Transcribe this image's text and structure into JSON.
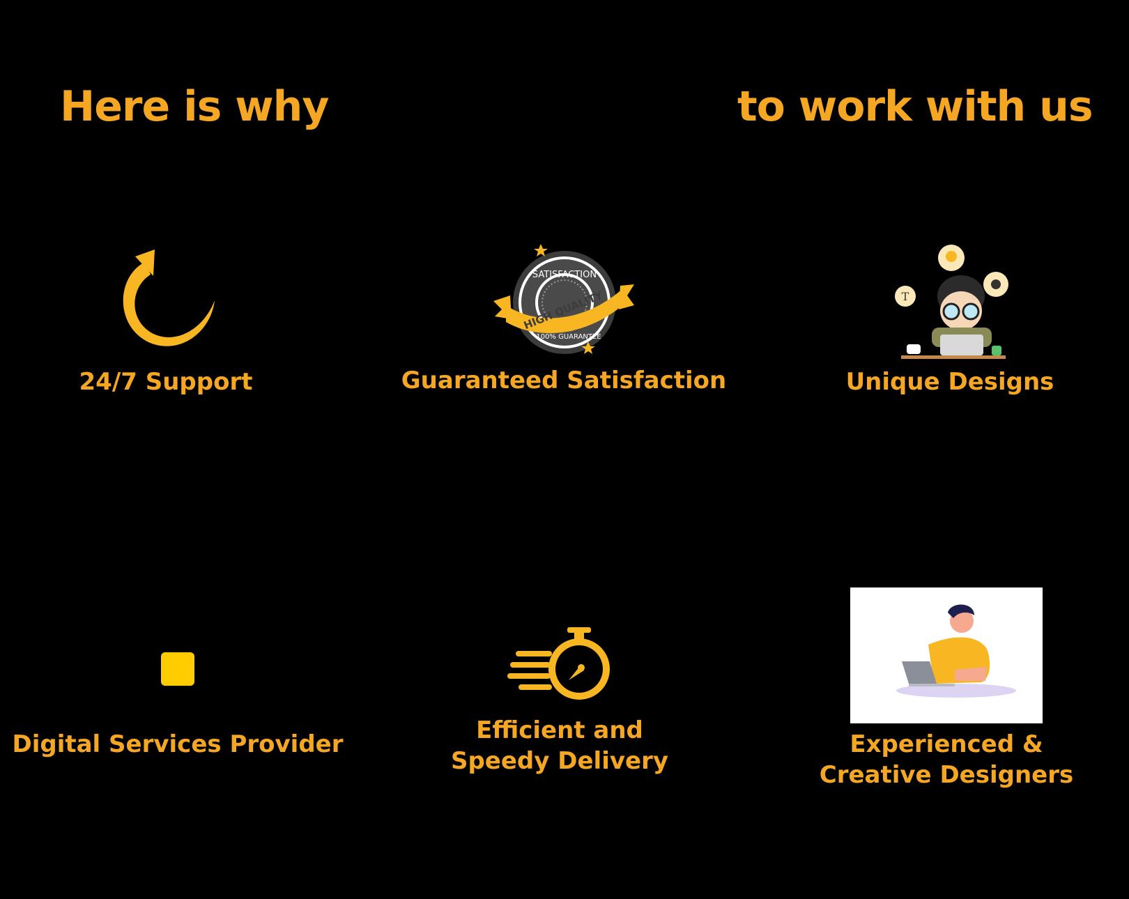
{
  "colors": {
    "accent": "#f5a623",
    "icon_yellow": "#f8b623",
    "background": "#000000"
  },
  "heading": {
    "left": "Here is why",
    "right": "to work with us"
  },
  "features": [
    {
      "icon": "refresh-arrow-icon",
      "label": "24/7 Support"
    },
    {
      "icon": "satisfaction-badge-icon",
      "label": "Guaranteed Satisfaction",
      "badge_text": [
        "SATISFACTION",
        "HIGH QUALITY",
        "100% GUARANTEE"
      ]
    },
    {
      "icon": "designer-character-icon",
      "label": "Unique Designs"
    },
    {
      "icon": "digital-square-icon",
      "label": "Digital Services Provider"
    },
    {
      "icon": "stopwatch-speed-icon",
      "label": "Efficient and\nSpeedy Delivery"
    },
    {
      "icon": "designer-laptop-illustration",
      "label": "Experienced &\nCreative Designers"
    }
  ]
}
